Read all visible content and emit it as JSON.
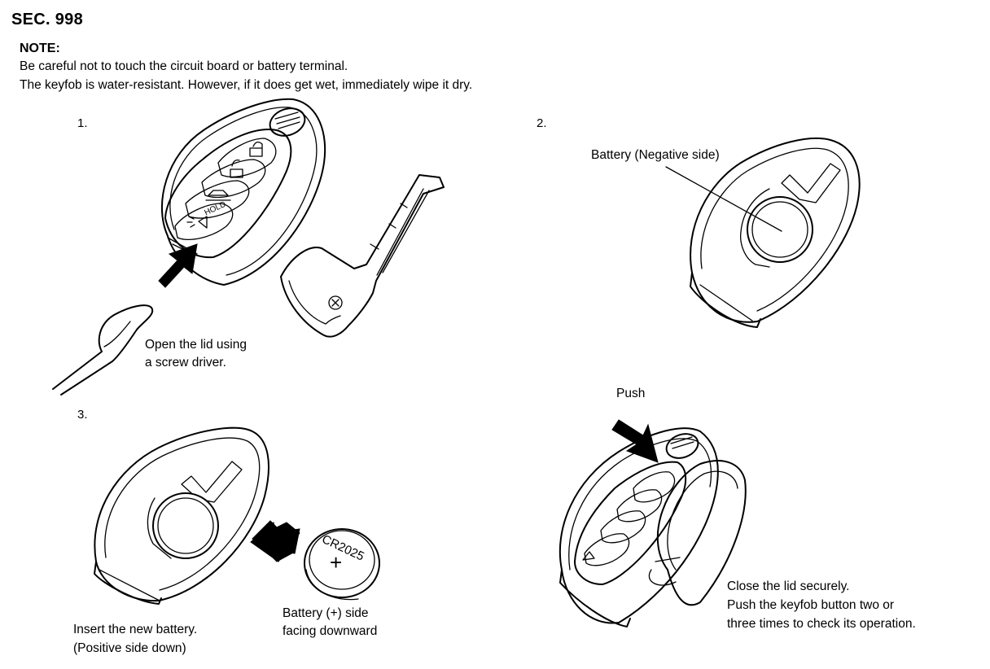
{
  "section": "SEC. 998",
  "note": {
    "heading": "NOTE:",
    "lines": [
      "Be careful not to touch the circuit board or battery terminal.",
      "The keyfob is water-resistant. However, if it does get wet, immediately wipe it dry."
    ]
  },
  "steps": [
    {
      "number": "1.",
      "caption_lines": [
        "Open the lid using",
        "a screw driver."
      ]
    },
    {
      "number": "2.",
      "label": "Battery (Negative side)"
    },
    {
      "number": "3.",
      "caption_lines": [
        "Insert the new battery.",
        "(Positive side down)"
      ],
      "battery_caption_lines": [
        "Battery (+) side",
        "facing downward"
      ],
      "battery_marking": "CR2025",
      "battery_symbol": "+"
    },
    {
      "push_label": "Push",
      "caption_lines": [
        "Close the lid securely.",
        "Push the keyfob button two or",
        "three times to check its operation."
      ]
    }
  ],
  "keyfob_button_text": "HOLD",
  "icons": [
    "lock-icon",
    "unlock-icon",
    "trunk-icon",
    "panic-icon",
    "arrow-icon",
    "screwdriver-icon",
    "mechanical-key-icon",
    "coin-battery-icon"
  ]
}
